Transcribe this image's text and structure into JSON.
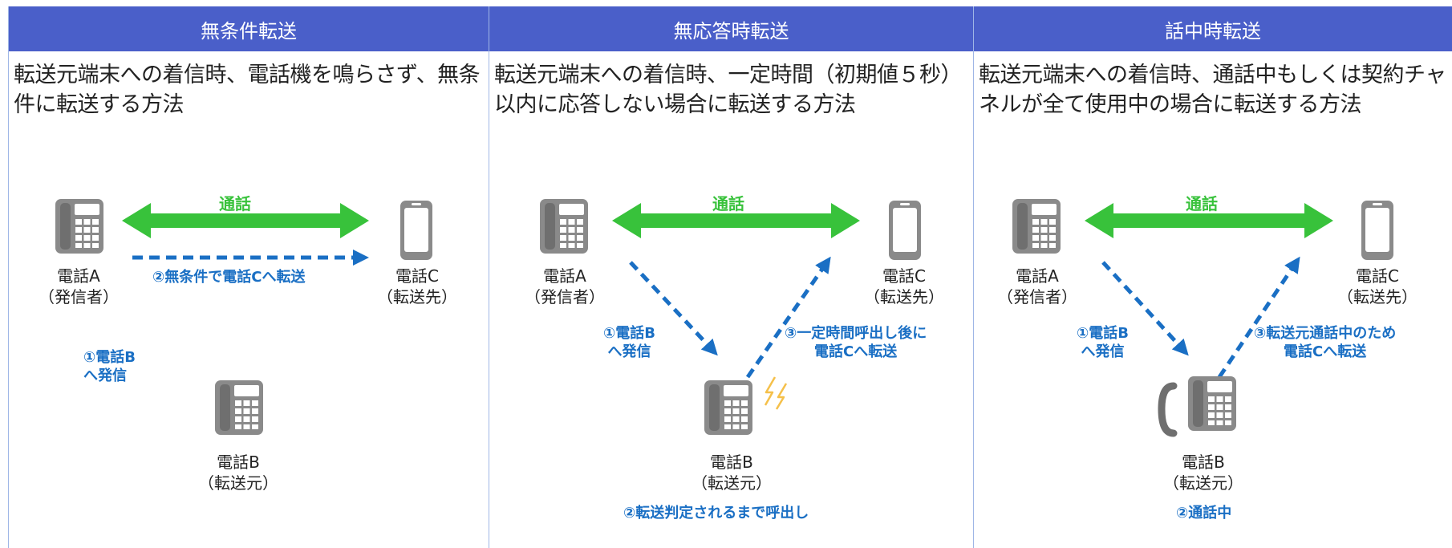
{
  "colors": {
    "header_bg": "#4a5fc9",
    "green": "#38c23b",
    "blue": "#1a6fc4",
    "phone": "#8a8a8a",
    "lightning": "#f5c04a"
  },
  "columns": [
    {
      "title": "無条件転送",
      "description": "転送元端末への着信時、電話機を鳴らさず、無条件に転送する方法",
      "call_label": "通話",
      "phone_a": {
        "name": "電話A",
        "role": "（発信者）"
      },
      "phone_b": {
        "name": "電話B",
        "role": "（転送元）"
      },
      "phone_c": {
        "name": "電話C",
        "role": "（転送先）"
      },
      "step1": "①電話B\nへ発信",
      "step2": "②無条件で電話Cへ転送"
    },
    {
      "title": "無応答時転送",
      "description": "転送元端末への着信時、一定時間（初期値５秒）以内に応答しない場合に転送する方法",
      "call_label": "通話",
      "phone_a": {
        "name": "電話A",
        "role": "（発信者）"
      },
      "phone_b": {
        "name": "電話B",
        "role": "（転送元）"
      },
      "phone_c": {
        "name": "電話C",
        "role": "（転送先）"
      },
      "step1": "①電話B\nへ発信",
      "step2": "②転送判定されるまで呼出し",
      "step3": "③一定時間呼出し後に\n電話Cへ転送"
    },
    {
      "title": "話中時転送",
      "description": "転送元端末への着信時、通話中もしくは契約チャネルが全て使用中の場合に転送する方法",
      "call_label": "通話",
      "phone_a": {
        "name": "電話A",
        "role": "（発信者）"
      },
      "phone_b": {
        "name": "電話B",
        "role": "（転送元）"
      },
      "phone_c": {
        "name": "電話C",
        "role": "（転送先）"
      },
      "step1": "①電話B\nへ発信",
      "step2": "②通話中",
      "step3": "③転送元通話中のため\n電話Cへ転送"
    }
  ]
}
